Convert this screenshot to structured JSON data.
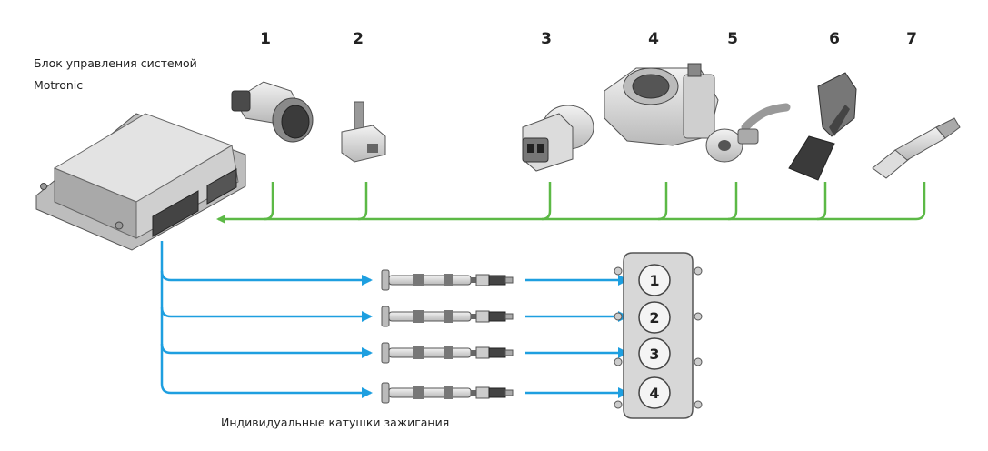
{
  "ecu_label": {
    "line1": "Блок управления системой",
    "line2": "Motronic"
  },
  "sensor_numbers": [
    "1",
    "2",
    "3",
    "4",
    "5",
    "6",
    "7"
  ],
  "cylinder_numbers": [
    "1",
    "2",
    "3",
    "4"
  ],
  "coils_label": "Индивидуальные катушки зажигания",
  "colors": {
    "sensor_line": "#5cb946",
    "ignition_line": "#1e9fe0",
    "part_fill": "#e7e7e7",
    "part_stroke": "#555555",
    "ecu_fill": "#cfcfcf"
  }
}
